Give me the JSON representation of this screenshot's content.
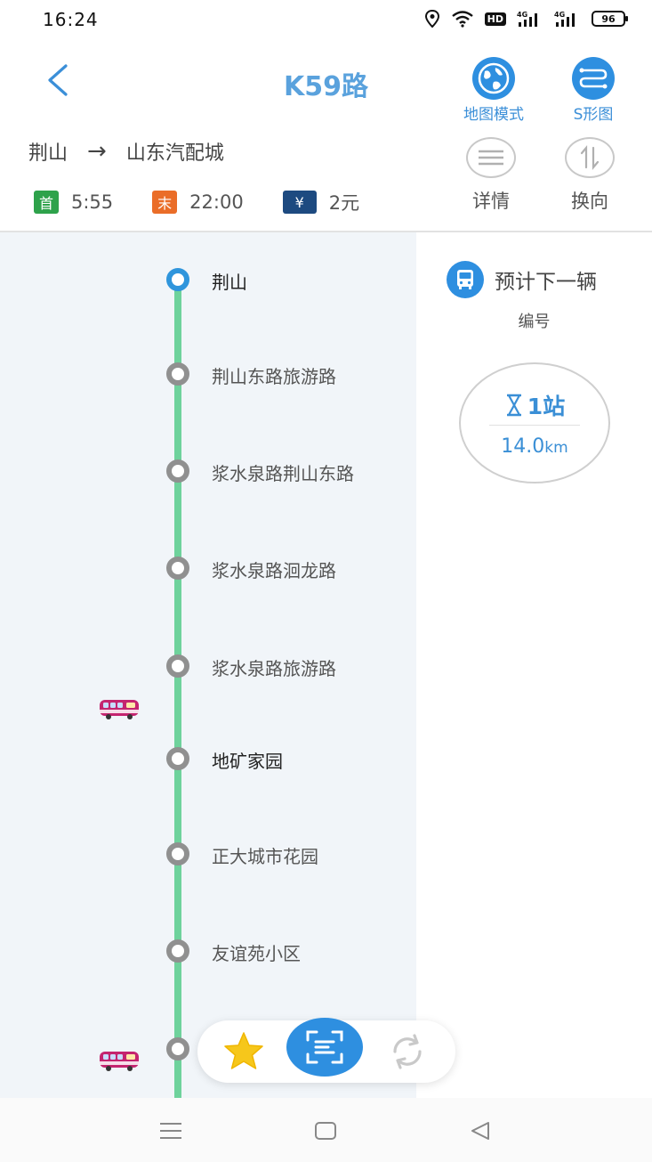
{
  "status_bar": {
    "time": "16:24",
    "hd_label": "HD",
    "network_1": "4G",
    "network_2": "4G",
    "battery": "96"
  },
  "header": {
    "title": "K59路",
    "map_mode_label": "地图模式",
    "s_map_label": "S形图",
    "accent_color": "#2e8fe0"
  },
  "route": {
    "origin": "荆山",
    "arrow": "→",
    "destination": "山东汽配城",
    "first_tag": "首",
    "first_time": "5:55",
    "last_tag": "末",
    "last_time": "22:00",
    "fare_tag": "¥",
    "fare": "2元",
    "detail_label": "详情",
    "swap_label": "换向"
  },
  "stations": [
    {
      "name": "荆山"
    },
    {
      "name": "荆山东路旅游路"
    },
    {
      "name": "浆水泉路荆山东路"
    },
    {
      "name": "浆水泉路洄龙路"
    },
    {
      "name": "浆水泉路旅游路"
    },
    {
      "name": "地矿家园"
    },
    {
      "name": "正大城市花园"
    },
    {
      "name": "友谊苑小区"
    },
    {
      "name": ""
    }
  ],
  "next_bus": {
    "title": "预计下一辆",
    "id_label": "编号",
    "stops": "1站",
    "distance_value": "14.0",
    "distance_unit": "km"
  },
  "icons": {
    "back": "chevron-left-icon",
    "map": "globe-icon",
    "s_map": "route-s-icon",
    "detail": "menu-lines-icon",
    "swap": "swap-arrows-icon",
    "bus": "bus-icon",
    "hourglass": "hourglass-icon",
    "favorite": "star-icon",
    "scan": "scan-icon",
    "refresh": "refresh-icon"
  }
}
